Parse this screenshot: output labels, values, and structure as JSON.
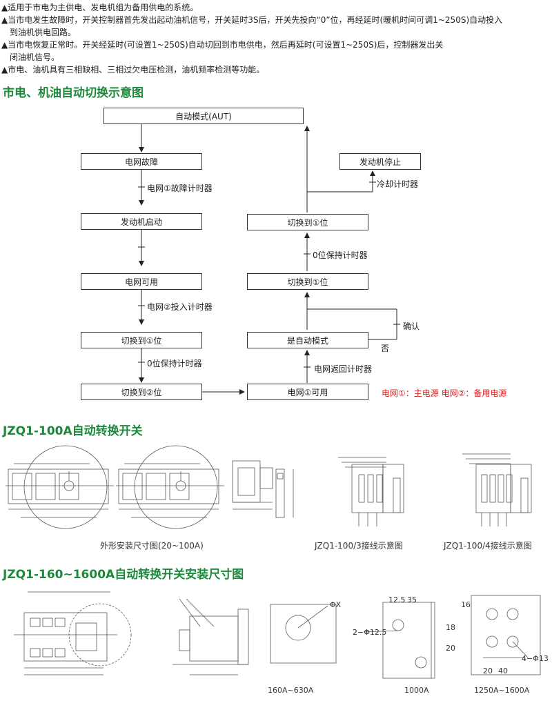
{
  "bullets": [
    "▲适用于市电为主供电、发电机组为备用供电的系统。",
    "▲当市电发生故障时，开关控制器首先发出起动油机信号，开关延时3S后，开关先投向“0”位，再经延时(暖机时间可调1~250S)自动投入",
    "到油机供电回路。",
    "▲当市电恢复正常时。开关经延时(可设置1~250S)自动切回到市电供电，然后再延时(可设置1~250S)后，控制器发出关",
    "闭油机信号。",
    "▲市电、油机具有三相缺相、三相过欠电压检测，油机频率检测等功能。"
  ],
  "section1": {
    "title": "市电、机油自动切换示意图"
  },
  "flow": {
    "auto_mode": "自动模式(AUT)",
    "grid_fault": "电网故障",
    "timer_grid1_fault": "电网①故障计时器",
    "engine_start": "发动机启动",
    "grid_available": "电网可用",
    "timer_grid2_input": "电网②投入计时器",
    "switch_to_1_left": "切换到①位",
    "timer_zero_hold_left": "0位保持计时器",
    "switch_to_2": "切换到②位",
    "grid1_available": "电网①可用",
    "timer_grid_return": "电网返回计时器",
    "is_auto_mode": "是自动模式",
    "label_no": "否",
    "label_confirm": "确认",
    "switch_to_1_mid": "切换到①位",
    "timer_zero_hold_right": "0位保持计时器",
    "switch_to_1_top": "切换到①位",
    "timer_cooling": "冷却计时器",
    "engine_stop": "发动机停止",
    "legend": "电网①：主电源    电网②：备用电源"
  },
  "section2": {
    "title": "JZQ1-100A自动转换开关",
    "caption_dims": "外形安装尺寸图(20~100A)",
    "caption_3wire": "JZQ1-100/3接线示意图",
    "caption_4wire": "JZQ1-100/4接线示意图"
  },
  "section3": {
    "title": "JZQ1-160~1600A自动转换开关安装尺寸图",
    "caption_160": "160A~630A",
    "caption_1000": "1000A",
    "caption_1250": "1250A~1600A",
    "dim_phix": "ΦX",
    "dim_125": "12.5",
    "dim_35": "35",
    "dim_18": "18",
    "dim_20v": "20",
    "dim_2phi": "2−Φ12.5",
    "dim_16": "16",
    "dim_20h": "20",
    "dim_40": "40",
    "dim_4phi": "4−Φ13"
  },
  "colors": {
    "green_title": "#1a8a3a",
    "red_legend": "#d82020"
  }
}
